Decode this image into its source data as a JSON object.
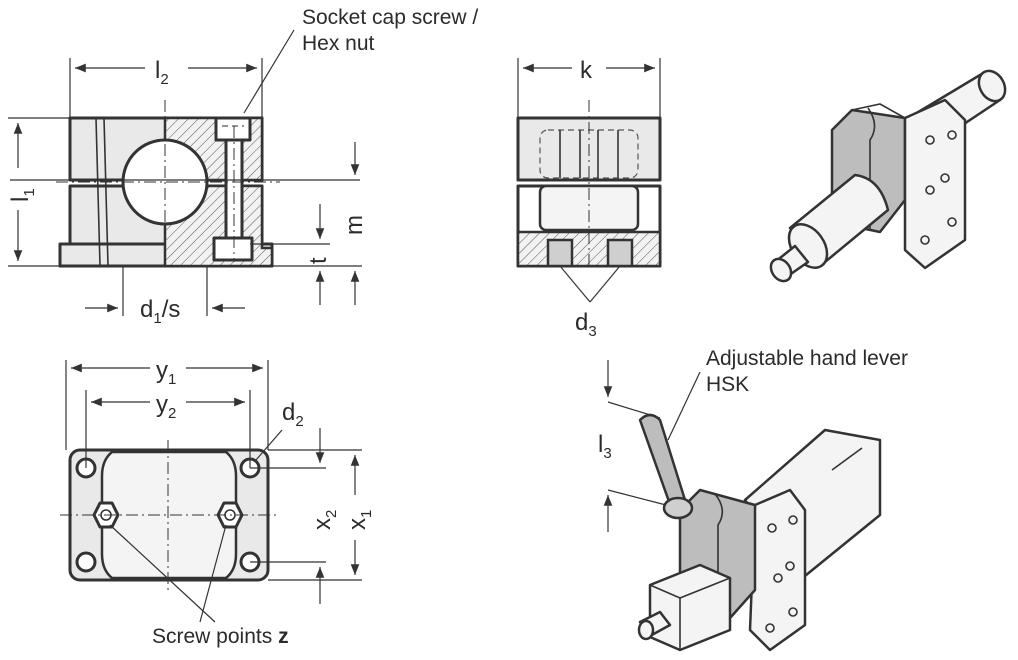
{
  "labels": {
    "socket_line1": "Socket cap screw /",
    "socket_line2": "Hex nut",
    "adj_line1": "Adjustable hand lever",
    "adj_line2": "HSK",
    "screw_points": "Screw points",
    "screw_points_bold": "z"
  },
  "dimensions": {
    "l2": {
      "base": "l",
      "sub": "2"
    },
    "l1": {
      "base": "l",
      "sub": "1"
    },
    "l3": {
      "base": "l",
      "sub": "3"
    },
    "m": {
      "base": "m"
    },
    "t": {
      "base": "t"
    },
    "d1s": {
      "base": "d",
      "sub": "1",
      "suffix": "/s"
    },
    "k": {
      "base": "k"
    },
    "d3": {
      "base": "d",
      "sub": "3"
    },
    "y1": {
      "base": "y",
      "sub": "1"
    },
    "y2": {
      "base": "y",
      "sub": "2"
    },
    "d2": {
      "base": "d",
      "sub": "2"
    },
    "x2": {
      "base": "x",
      "sub": "2"
    },
    "x1": {
      "base": "x",
      "sub": "1"
    }
  }
}
